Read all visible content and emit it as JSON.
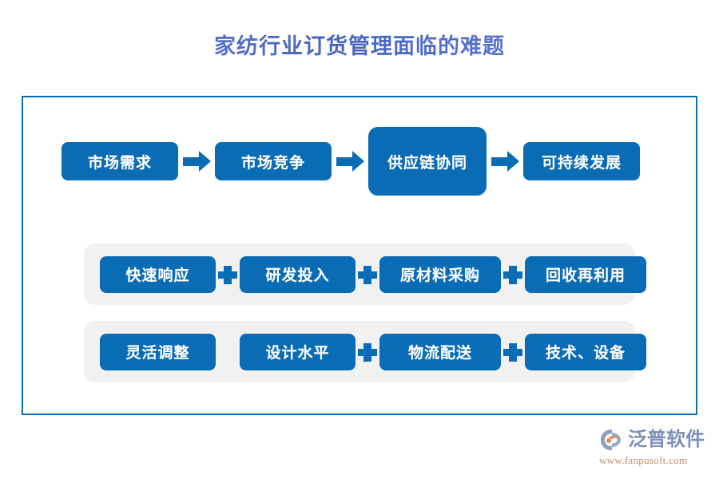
{
  "title": "家纺行业订货管理面临的难题",
  "colors": {
    "brand_blue": "#0a6cb5",
    "frame_border": "#0a6cb5",
    "group_background": "#f1f1f1",
    "title_blue": "#5374c9",
    "logo_text": "#7b8fb8",
    "logo_url": "#c98b6a",
    "chip_text": "#ffffff"
  },
  "flow": {
    "steps": [
      {
        "label": "市场需求",
        "emphasis": false
      },
      {
        "label": "市场竞争",
        "emphasis": false
      },
      {
        "label": "供应链协同",
        "emphasis": true
      },
      {
        "label": "可持续发展",
        "emphasis": false
      }
    ],
    "connector": "arrow-right"
  },
  "groups": [
    {
      "separator": "plus",
      "items": [
        {
          "label": "快速响应",
          "separator_after": "plus"
        },
        {
          "label": "研发投入",
          "separator_after": "plus"
        },
        {
          "label": "原材料采购",
          "separator_after": "plus"
        },
        {
          "label": "回收再利用",
          "separator_after": "none"
        }
      ]
    },
    {
      "separator": "plus",
      "items": [
        {
          "label": "灵活调整",
          "separator_after": "none"
        },
        {
          "label": "设计水平",
          "separator_after": "plus"
        },
        {
          "label": "物流配送",
          "separator_after": "plus"
        },
        {
          "label": "技术、设备",
          "separator_after": "none"
        }
      ]
    }
  ],
  "logo": {
    "name": "泛普软件",
    "url": "www.fanpusoft.com"
  }
}
